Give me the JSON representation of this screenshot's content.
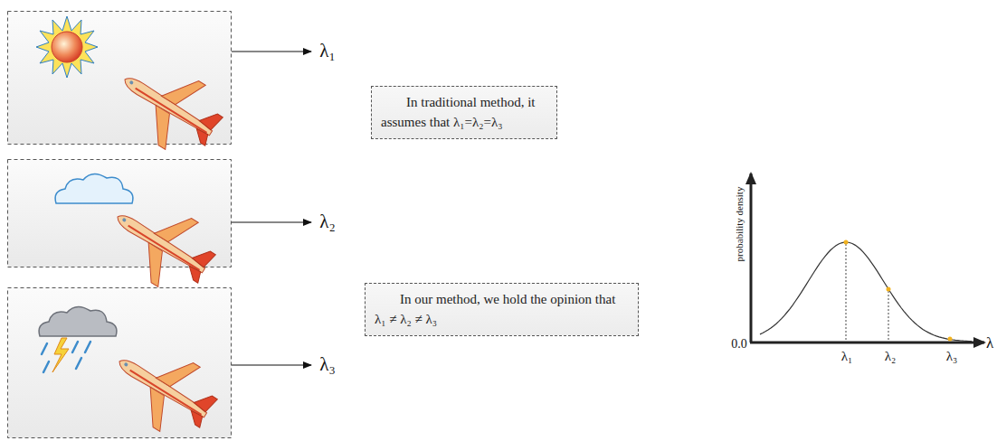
{
  "diagram": {
    "nodes": [
      {
        "text": [
          "In traditional method, it assumes that λ₁=λ₂=λ₃"
        ]
      },
      {
        "text": [
          "In our method,  we hold the opinion that  λ₁ ≠ λ₂ ≠ λ₃"
        ]
      }
    ],
    "labels": [
      "λ₁",
      "λ₂",
      "λ₃",
      "probability density",
      "0.0",
      "λ₁",
      "λ₂",
      "λ₃",
      "λ"
    ]
  }
}
